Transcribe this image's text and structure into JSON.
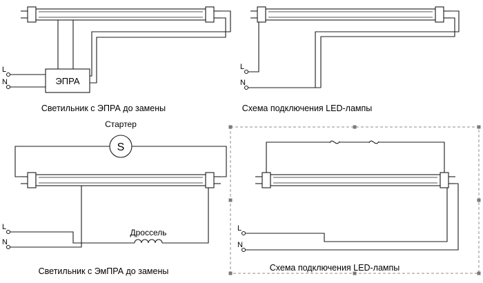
{
  "colors": {
    "stroke": "#1a1a1a",
    "background": "#ffffff",
    "selection": "#8c8c8c"
  },
  "diagrams": {
    "epra_before": {
      "caption": "Светильник с ЭПРА до замены",
      "ballast": "ЭПРА",
      "l": "L",
      "n": "N"
    },
    "led_top": {
      "caption": "Схема подключения LED-лампы",
      "l": "L",
      "n": "N"
    },
    "empra_before": {
      "caption": "Светильник с ЭмПРА до замены",
      "starter": "Стартер",
      "starter_symbol": "S",
      "choke": "Дроссель",
      "l": "L",
      "n": "N"
    },
    "led_bottom": {
      "caption": "Схема подключения LED-лампы",
      "l": "L",
      "n": "N"
    }
  }
}
